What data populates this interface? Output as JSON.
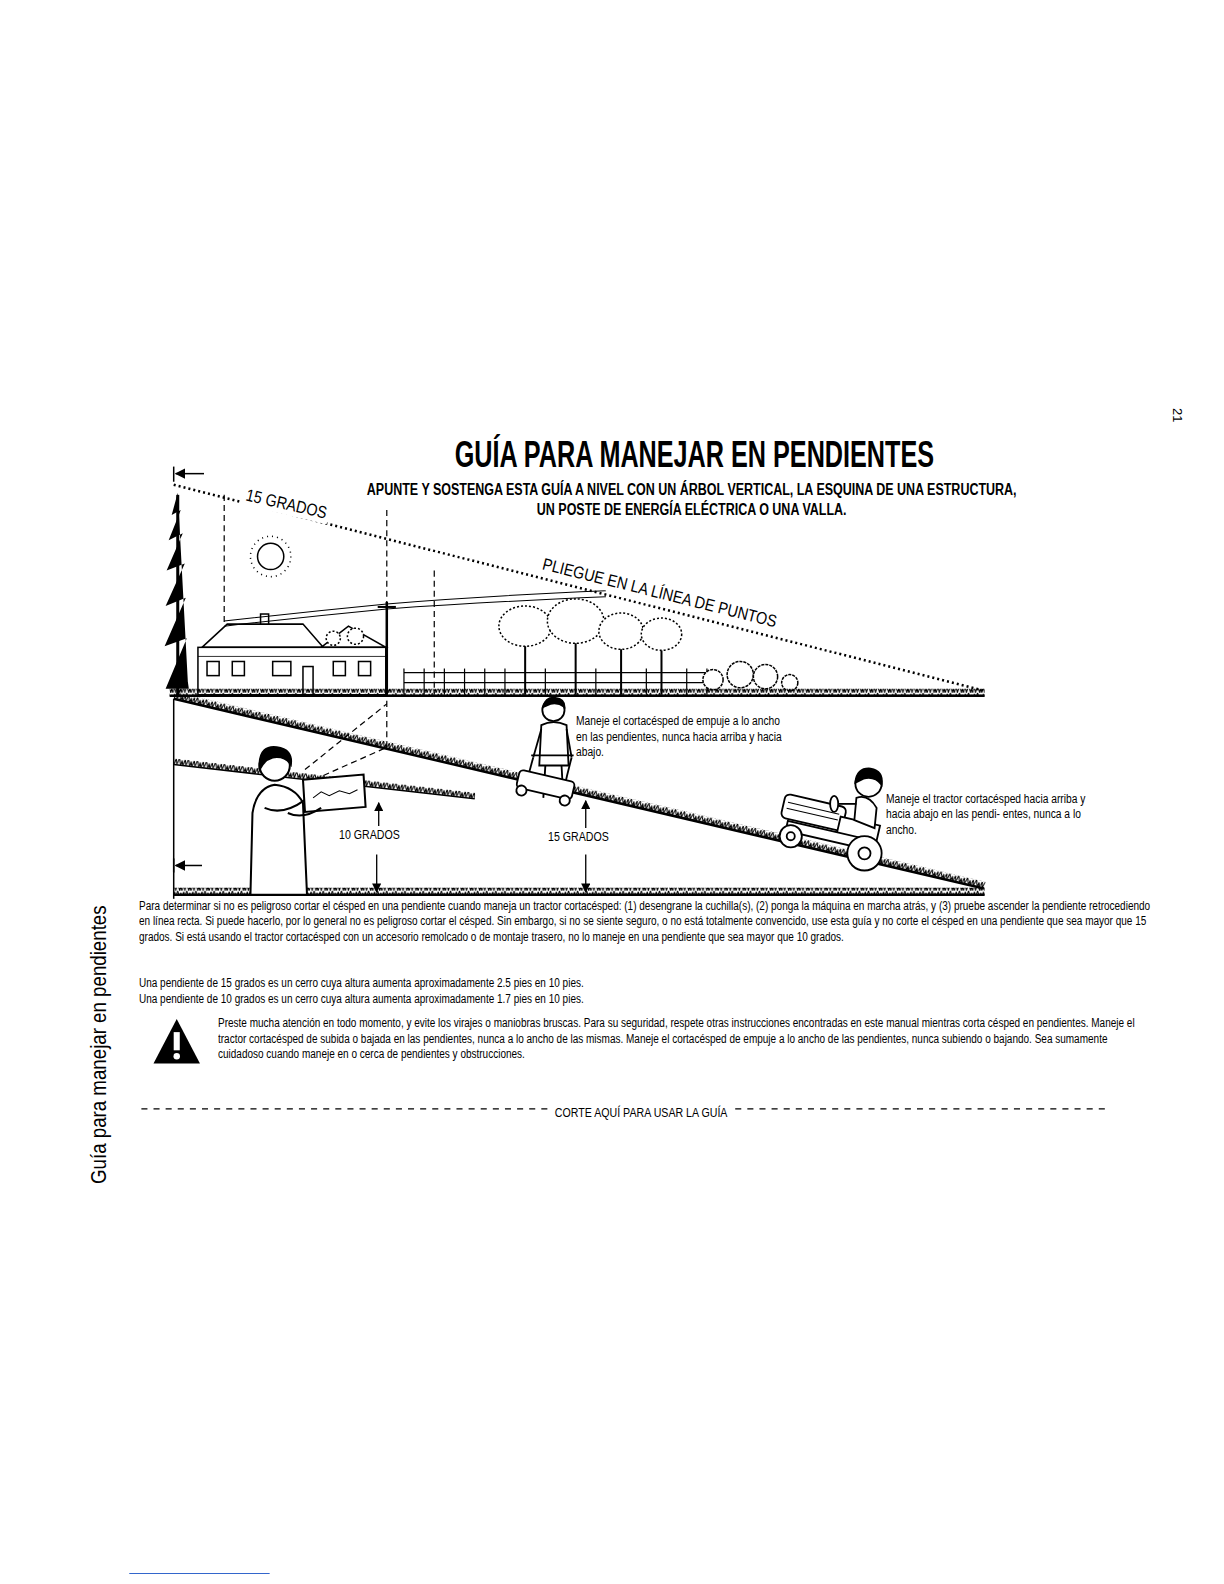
{
  "diagram": {
    "title": "GUÍA PARA MANEJAR EN PENDIENTES",
    "labels": [
      "15 GRADOS",
      "APUNTE Y SOSTENGA ESTA GUÍA A NIVEL CON UN ÁRBOL VERTICAL, LA ESQUINA DE UNA ESTRUCTURA, UN POSTE DE ENERGÍA ELÉCTRICA O UNA VALLA.",
      "PLIEGUE EN LA LÍNEA DE PUNTOS",
      "Maneje el cortacésped de empuje a lo ancho en las pendientes, nunca hacia arriba y hacia abajo.",
      "Maneje el tractor cortacésped hacia arriba y hacia abajo en las pendi- entes, nunca a lo ancho.",
      "10 GRADOS",
      "15 GRADOS",
      "Para determinar si no es peligroso cortar el césped en una pendiente cuando maneja un tractor cortacésped: (1) desengrane la cuchilla(s), (2) ponga la máquina en marcha atrás, y (3) pruebe ascender la pendiente retrocediendo en línea recta. Si puede hacerlo, por lo general no es peligroso cortar el césped. Sin embargo, si no se siente seguro, o no está totalmente convencido, use esta guía y no corte el césped en una pendiente que sea mayor que 15 grados. Si está usando el tractor cortacésped con un accesorio remolcado o de montaje trasero, no lo maneje en una pendiente que sea mayor que 10 grados.",
      "Una pendiente de 15 grados es un cerro cuya altura aumenta aproximadamente 2.5 pies en 10 pies.",
      "Una pendiente de 10 grados es un cerro cuya altura aumenta aproximadamente 1.7 pies en 10 pies.",
      "Preste mucha atención en todo momento, y evite los virajes o maniobras bruscas. Para su seguridad, respete otras instrucciones encontradas en este manual mientras corta césped en pendientes. Maneje el tractor cortacésped de subida o bajada en las pendientes, nunca a lo ancho de las mismas. Maneje el cortacésped de empuje a lo ancho de las pendientes, nunca subiendo o bajando. Sea sumamente cuidadoso cuando maneje en o cerca de pendientes y obstrucciones.",
      "CORTE AQUÍ PARA USAR LA GUÍA",
      "21",
      "Guía para manejar en pendientes"
    ]
  }
}
